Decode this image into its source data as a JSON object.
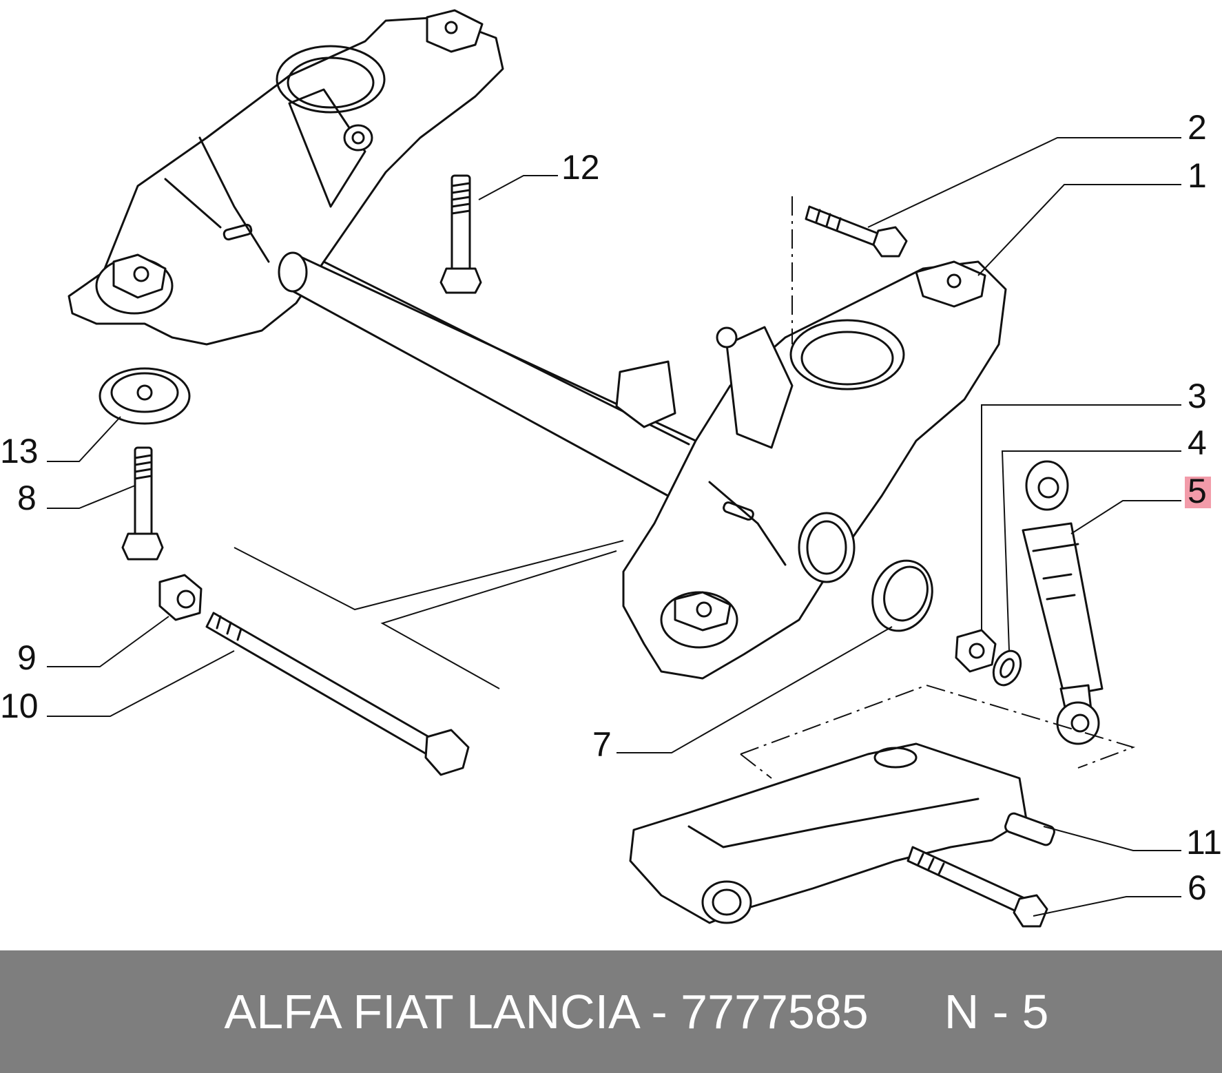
{
  "callouts": [
    {
      "id": "1",
      "label": "1"
    },
    {
      "id": "2",
      "label": "2"
    },
    {
      "id": "3",
      "label": "3"
    },
    {
      "id": "4",
      "label": "4"
    },
    {
      "id": "5",
      "label": "5",
      "highlighted": true
    },
    {
      "id": "6",
      "label": "6"
    },
    {
      "id": "7",
      "label": "7"
    },
    {
      "id": "8",
      "label": "8"
    },
    {
      "id": "9",
      "label": "9"
    },
    {
      "id": "10",
      "label": "10"
    },
    {
      "id": "11",
      "label": "11"
    },
    {
      "id": "12",
      "label": "12"
    },
    {
      "id": "13",
      "label": "13"
    }
  ],
  "footer": {
    "title": "ALFA FIAT LANCIA - 7777585",
    "code": "N - 5",
    "background_color": "#7e7e7e"
  },
  "highlight_color": "#f08a9a"
}
